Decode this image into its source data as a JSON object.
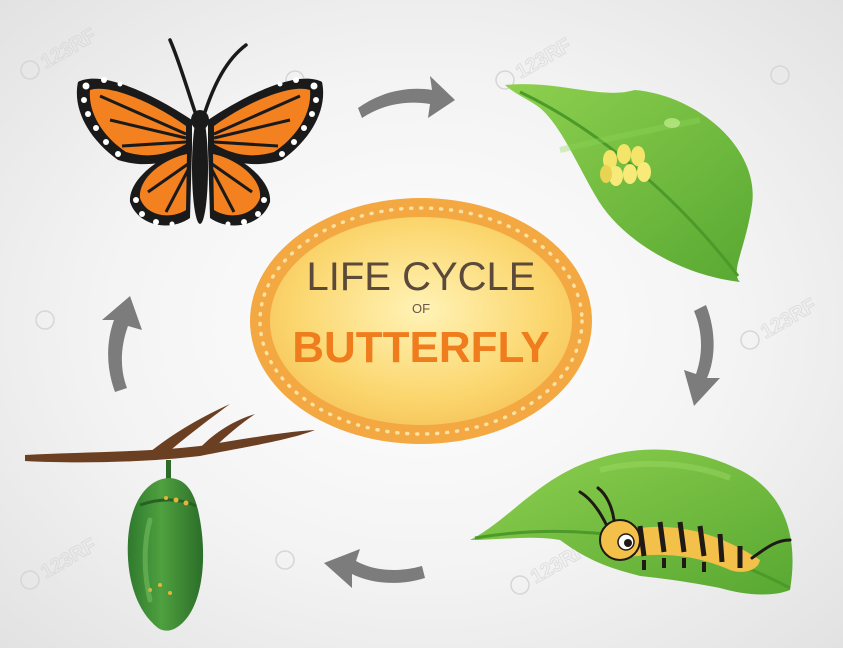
{
  "title": {
    "line1": "LIFE CYCLE",
    "line2": "OF",
    "line3": "BUTTERFLY"
  },
  "stages": [
    {
      "id": "butterfly",
      "icon": "butterfly-icon"
    },
    {
      "id": "eggs",
      "icon": "eggs-on-leaf-icon"
    },
    {
      "id": "caterpillar",
      "icon": "caterpillar-on-leaf-icon"
    },
    {
      "id": "pupa",
      "icon": "chrysalis-icon"
    }
  ],
  "watermark": "123RF",
  "colors": {
    "title_ellipse": "#fbd66e",
    "title_border": "#f0a93e",
    "leaf": "#6cbd3c",
    "wing_orange": "#f4811f",
    "chrysalis": "#3d8f35",
    "arrow": "#7b7b7b"
  }
}
